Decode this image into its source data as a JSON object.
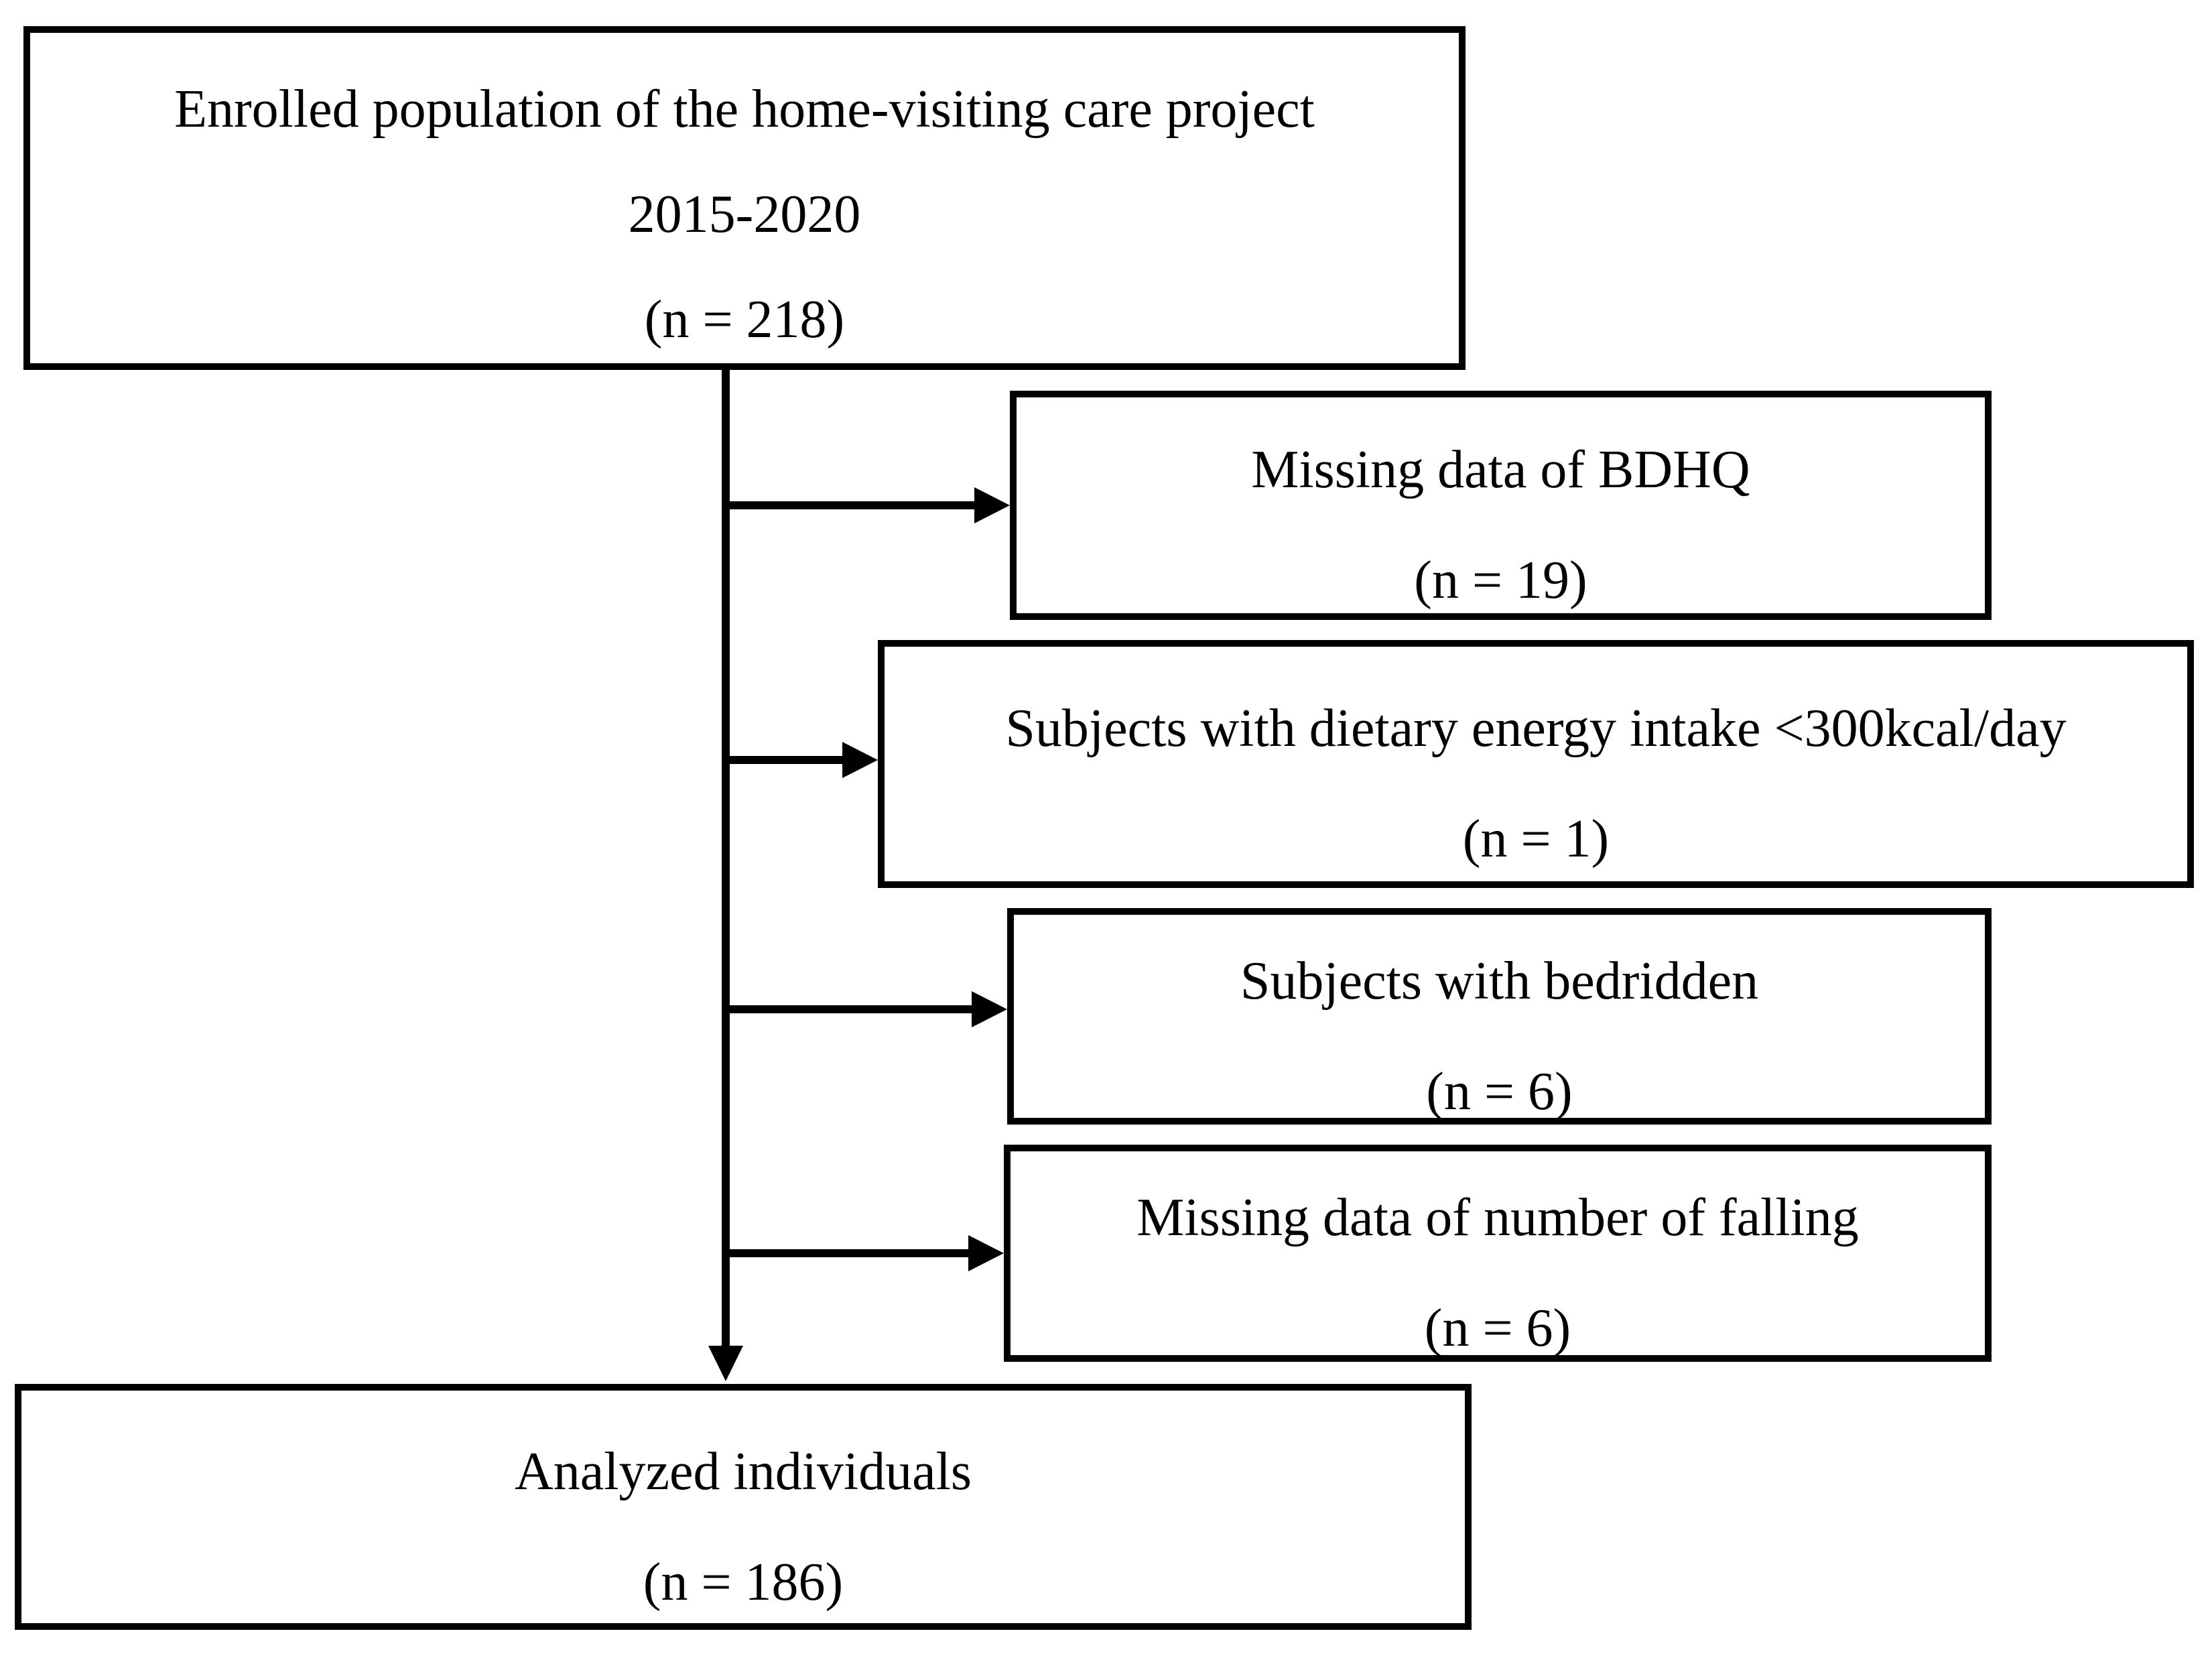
{
  "diagram": {
    "background_color": "#ffffff",
    "line_color": "#000000",
    "enrolled_box": {
      "line1": "Enrolled population of the home-visiting care project",
      "line2": "2015-2020",
      "line3": "(n = 218)"
    },
    "exclusions": [
      {
        "line1": "Missing data of BDHQ",
        "line2": "(n = 19)"
      },
      {
        "line1": "Subjects with dietary energy intake <300kcal/day",
        "line2": "(n = 1)"
      },
      {
        "line1": "Subjects with bedridden",
        "line2": "(n = 6)"
      },
      {
        "line1": "Missing data of number of falling",
        "line2": "(n = 6)"
      }
    ],
    "analyzed_box": {
      "line1": "Analyzed individuals",
      "line2": "(n = 186)"
    }
  }
}
